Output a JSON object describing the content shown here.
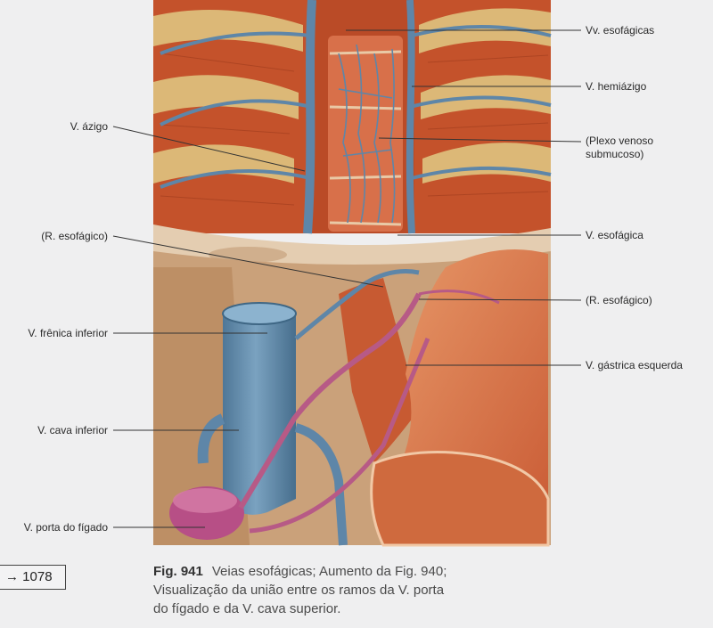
{
  "labels_right": [
    "Vv. esofágicas",
    "V. hemiázigo",
    "(Plexo venoso",
    "submucoso)",
    "V. esofágica",
    "(R. esofágico)",
    "V. gástrica esquerda"
  ],
  "labels_left": [
    "V. ázigo",
    "(R. esofágico)",
    "V. frênica inferior",
    "V. cava inferior",
    "V. porta do fígado"
  ],
  "crossref": "→ 1078",
  "caption": {
    "fig_number": "Fig. 941",
    "line1": "Veias esofágicas; Aumento da Fig. 940;",
    "line2": "Visualização da união entre os ramos da V. porta",
    "line3": "do fígado e da V. cava superior."
  },
  "colors": {
    "muscle": "#c8552c",
    "rib": "#d9b46a",
    "vein": "#5e86a8",
    "portal": "#b94f86",
    "stomach": "#d9784a",
    "diaphragm": "#e3cdb0"
  }
}
